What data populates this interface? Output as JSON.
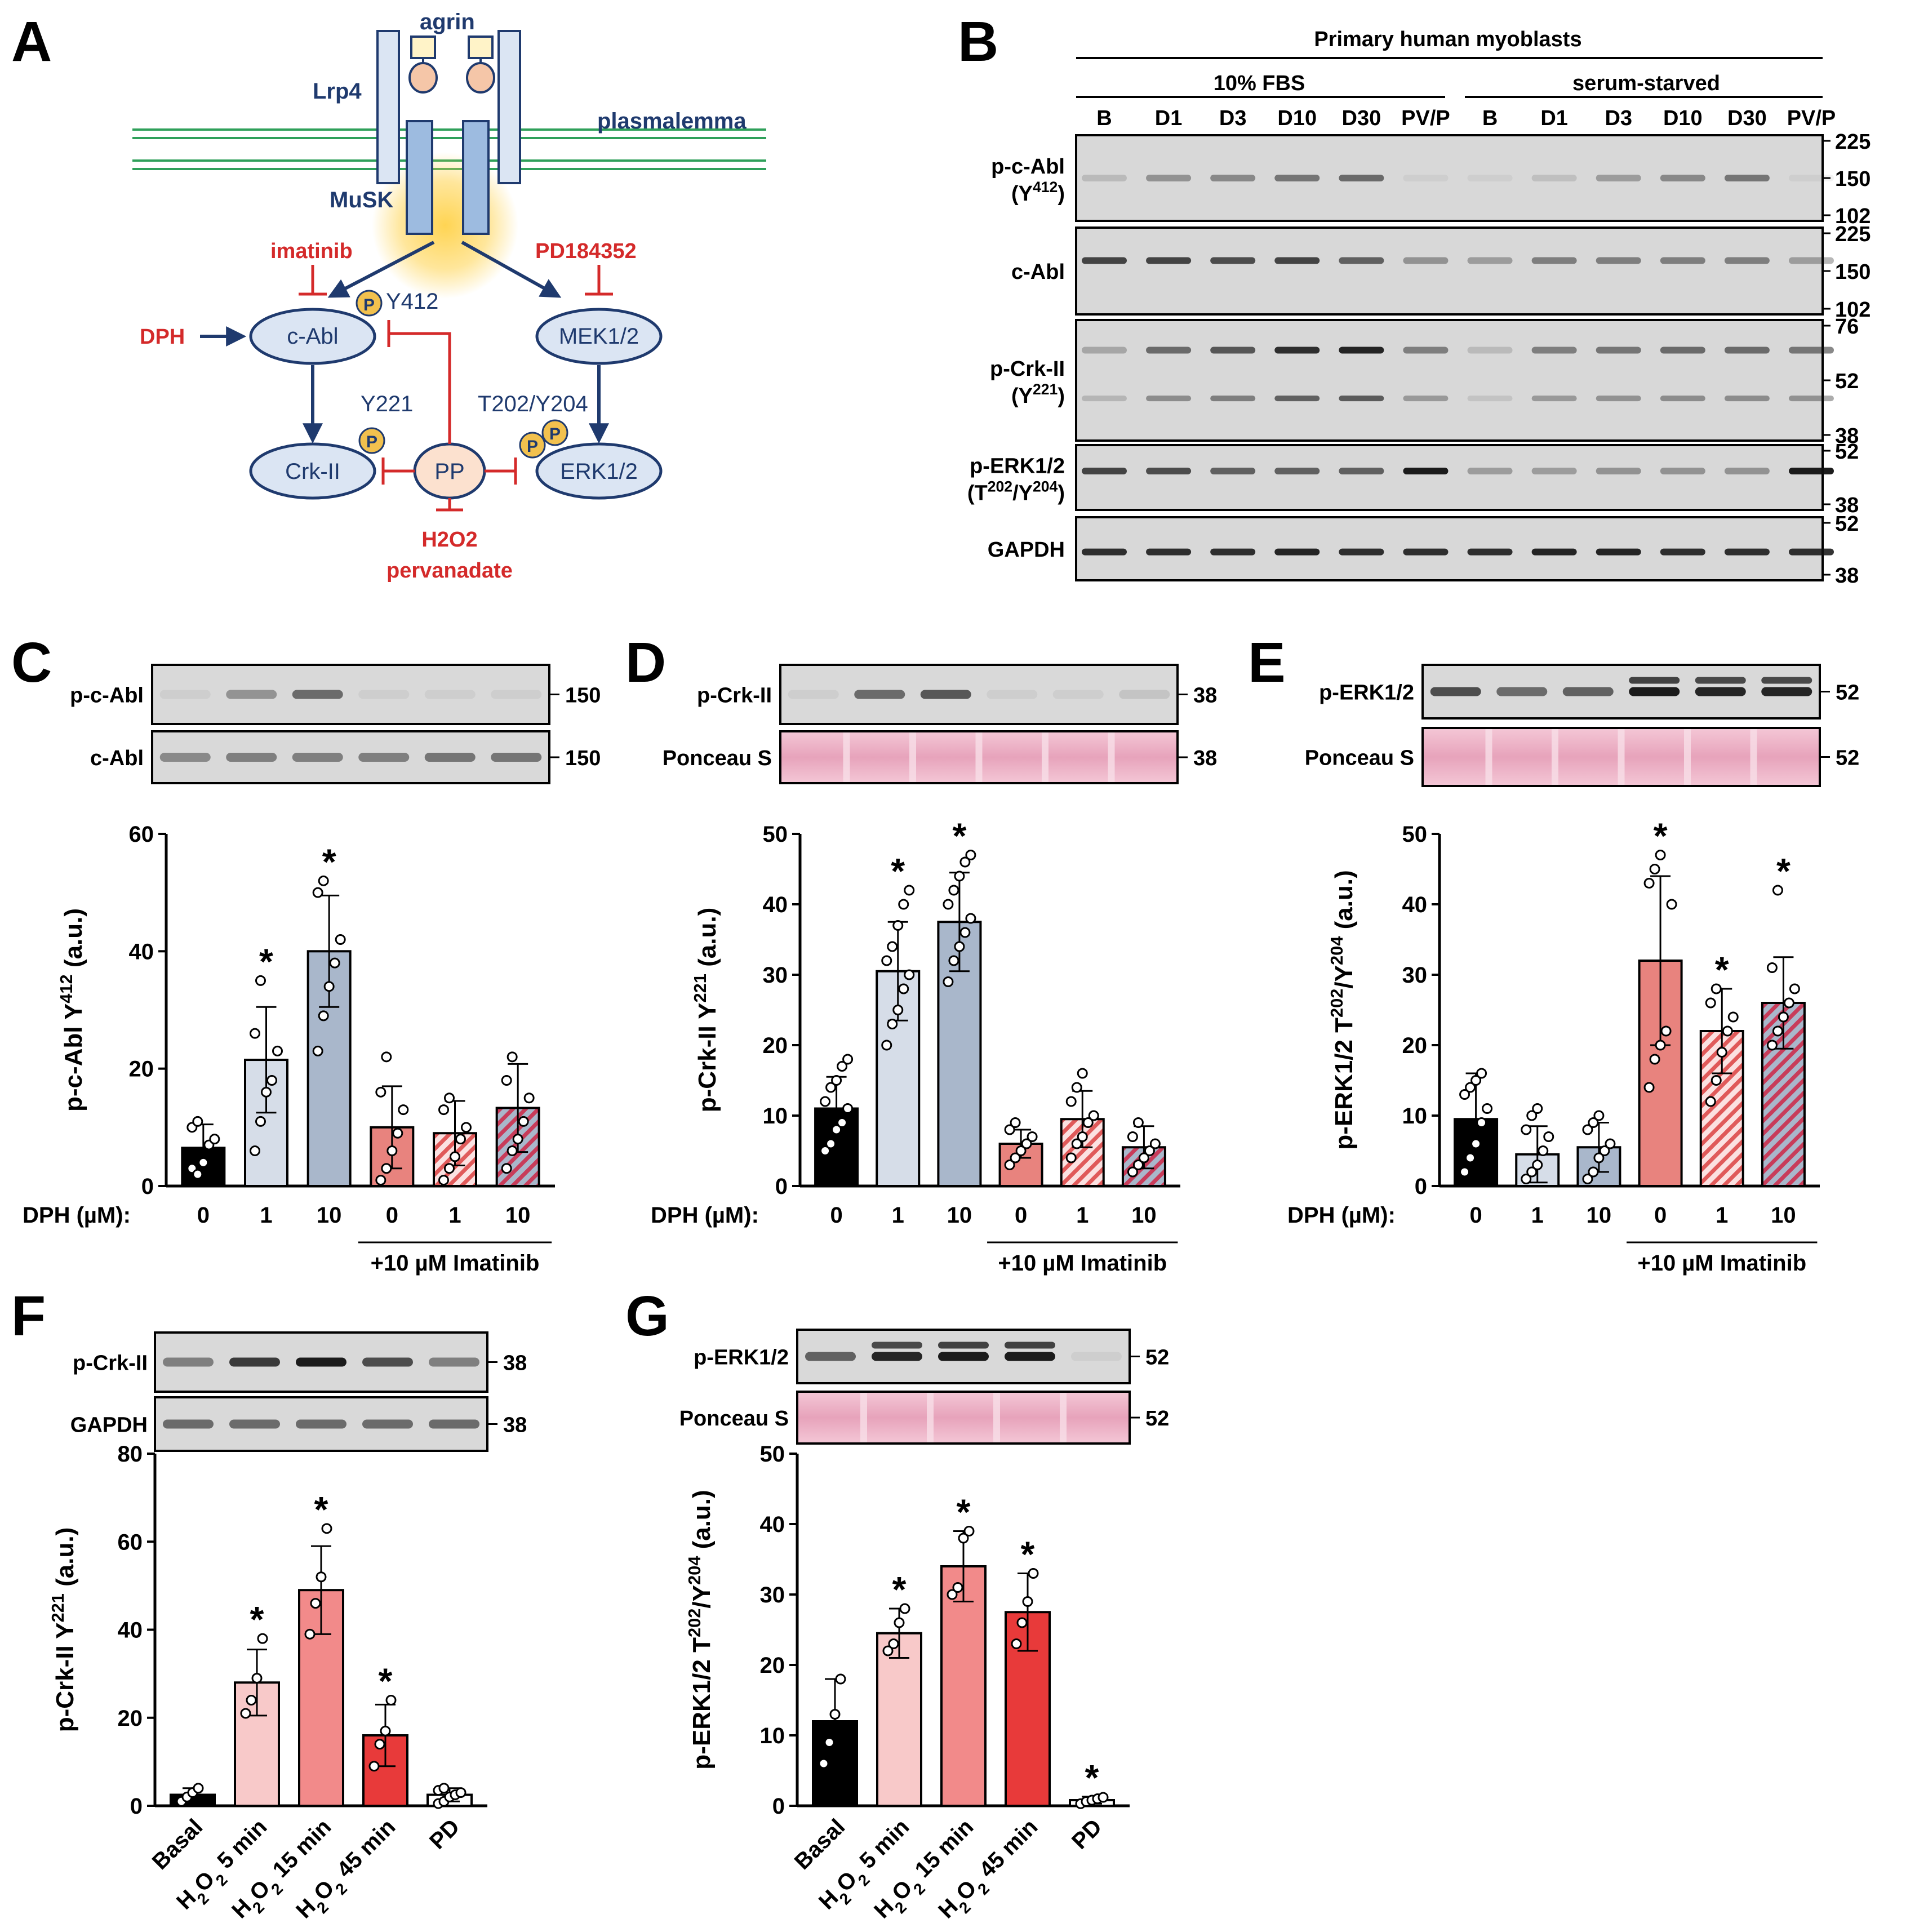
{
  "panel_letters": [
    "A",
    "B",
    "C",
    "D",
    "E",
    "F",
    "G"
  ],
  "diagram": {
    "agrin": "agrin",
    "lrp4": "Lrp4",
    "plasmalemma": "plasmalemma",
    "musk": "MuSK",
    "imatinib": "imatinib",
    "pd184352": "PD184352",
    "dph": "DPH",
    "cabl": "c-Abl",
    "mek": "MEK1/2",
    "crk": "Crk-II",
    "pp": "PP",
    "erk": "ERK1/2",
    "y412": "Y412",
    "y221": "Y221",
    "t202y204": "T202/Y204",
    "p": "P",
    "h2o2": "H2O2",
    "pervanadate": "pervanadate",
    "colors": {
      "navy": "#1f3a6e",
      "red": "#d42a2a",
      "node_fill": "#dbe5f3",
      "receptor_fill": "#9dbbe0",
      "phospho": "#f2c14e"
    }
  },
  "blot_b": {
    "title": "Primary human myoblasts",
    "group1": "10% FBS",
    "group2": "serum-starved",
    "lanes": [
      "B",
      "D1",
      "D3",
      "D10",
      "D30",
      "PV/P",
      "B",
      "D1",
      "D3",
      "D10",
      "D30",
      "PV/P"
    ],
    "rows": [
      {
        "label1": "p-c-Abl",
        "label2": "(Y412)",
        "mw": [
          "225",
          "150",
          "102"
        ]
      },
      {
        "label1": "c-Abl",
        "label2": "",
        "mw": [
          "225",
          "150",
          "102"
        ]
      },
      {
        "label1": "p-Crk-II",
        "label2": "(Y221)",
        "mw": [
          "76",
          "52",
          "38"
        ]
      },
      {
        "label1": "p-ERK1/2",
        "label2": "(T202/Y204)",
        "mw": [
          "52",
          "38"
        ]
      },
      {
        "label1": "GAPDH",
        "label2": "",
        "mw": [
          "52",
          "38"
        ]
      }
    ]
  },
  "panel_c": {
    "blot_labels": [
      "p-c-Abl",
      "c-Abl"
    ],
    "mw": [
      "150",
      "150"
    ],
    "x_title": "DPH (µM):",
    "group_label": "+10 µM Imatinib"
  },
  "panel_d": {
    "blot_labels": [
      "p-Crk-II",
      "Ponceau S"
    ],
    "mw": [
      "38",
      "38"
    ],
    "x_title": "DPH (µM):",
    "group_label": "+10 µM Imatinib"
  },
  "panel_e": {
    "blot_labels": [
      "p-ERK1/2",
      "Ponceau S"
    ],
    "mw": [
      "52",
      "52"
    ],
    "x_title": "DPH (µM):",
    "group_label": "+10 µM Imatinib"
  },
  "panel_f": {
    "blot_labels": [
      "p-Crk-II",
      "GAPDH"
    ],
    "mw": [
      "38",
      "38"
    ]
  },
  "panel_g": {
    "blot_labels": [
      "p-ERK1/2",
      "Ponceau S"
    ],
    "mw": [
      "52",
      "52"
    ]
  },
  "chart_data": [
    {
      "panel": "C",
      "type": "bar",
      "ylabel": "p-c-Abl Y412 (a.u.)",
      "ylim": [
        0,
        60
      ],
      "yticks": [
        0,
        20,
        40,
        60
      ],
      "categories": [
        "0",
        "1",
        "10",
        "0",
        "1",
        "10"
      ],
      "values": [
        6.5,
        21.5,
        40,
        10,
        9,
        13.3
      ],
      "errors": [
        4,
        9,
        9.5,
        7,
        5.5,
        7.5
      ],
      "significant": [
        false,
        true,
        true,
        false,
        false,
        false
      ],
      "fills": [
        "#000000",
        "#d6dde8",
        "#a9b7cb",
        "#e8837e",
        "hatch-light",
        "hatch-dark"
      ],
      "points": [
        [
          3,
          2,
          4,
          7,
          8,
          10,
          11
        ],
        [
          6,
          11,
          16,
          18,
          23,
          26,
          35
        ],
        [
          23,
          29,
          34,
          38,
          42,
          50,
          52
        ],
        [
          1,
          3,
          6,
          9,
          13,
          16,
          22
        ],
        [
          1,
          3,
          5,
          8,
          10,
          13,
          15
        ],
        [
          3,
          6,
          8,
          11,
          15,
          18,
          22
        ]
      ]
    },
    {
      "panel": "D",
      "type": "bar",
      "ylabel": "p-Crk-II Y221 (a.u.)",
      "ylim": [
        0,
        50
      ],
      "yticks": [
        0,
        10,
        20,
        30,
        40,
        50
      ],
      "categories": [
        "0",
        "1",
        "10",
        "0",
        "1",
        "10"
      ],
      "values": [
        11,
        30.5,
        37.5,
        6,
        9.5,
        5.5
      ],
      "errors": [
        4.5,
        7,
        7,
        2,
        4,
        3
      ],
      "significant": [
        false,
        true,
        true,
        false,
        false,
        false
      ],
      "fills": [
        "#000000",
        "#d6dde8",
        "#a9b7cb",
        "#e8837e",
        "hatch-light",
        "hatch-dark"
      ],
      "points": [
        [
          5,
          6,
          8,
          9,
          11,
          12,
          14,
          15,
          17,
          18
        ],
        [
          20,
          23,
          25,
          28,
          30,
          32,
          34,
          37,
          40,
          42
        ],
        [
          29,
          32,
          34,
          36,
          38,
          40,
          42,
          44,
          46,
          47
        ],
        [
          3,
          4,
          5,
          6,
          7,
          8,
          9
        ],
        [
          4,
          6,
          7,
          9,
          10,
          12,
          14,
          16
        ],
        [
          2,
          3,
          4,
          5,
          6,
          7,
          9
        ]
      ]
    },
    {
      "panel": "E",
      "type": "bar",
      "ylabel": "p-ERK1/2 T202/Y204 (a.u.)",
      "ylim": [
        0,
        50
      ],
      "yticks": [
        0,
        10,
        20,
        30,
        40,
        50
      ],
      "categories": [
        "0",
        "1",
        "10",
        "0",
        "1",
        "10"
      ],
      "values": [
        9.5,
        4.5,
        5.5,
        32,
        22,
        26
      ],
      "errors": [
        6.5,
        4,
        3.5,
        12,
        6,
        6.5
      ],
      "significant": [
        false,
        false,
        false,
        true,
        true,
        true
      ],
      "fills": [
        "#000000",
        "#d6dde8",
        "#a9b7cb",
        "#e8837e",
        "hatch-light",
        "hatch-dark"
      ],
      "points": [
        [
          2,
          4,
          6,
          9,
          11,
          13,
          14,
          15,
          16
        ],
        [
          1,
          2,
          3,
          5,
          7,
          8,
          10,
          11
        ],
        [
          1,
          2,
          4,
          5,
          6,
          8,
          9,
          10
        ],
        [
          14,
          18,
          20,
          22,
          40,
          43,
          45,
          47
        ],
        [
          12,
          15,
          19,
          22,
          24,
          26,
          28
        ],
        [
          20,
          22,
          24,
          26,
          28,
          31,
          42
        ]
      ]
    },
    {
      "panel": "F",
      "type": "bar",
      "ylabel": "p-Crk-II Y221 (a.u.)",
      "ylim": [
        0,
        80
      ],
      "yticks": [
        0,
        20,
        40,
        60,
        80
      ],
      "categories": [
        "Basal",
        "H2O2 5 min",
        "H2O2 15 min",
        "H2O2 45 min",
        "PD"
      ],
      "values": [
        2.5,
        28,
        49,
        16,
        2.5
      ],
      "errors": [
        1.5,
        7.5,
        10,
        7,
        1.5
      ],
      "significant": [
        false,
        true,
        true,
        true,
        false
      ],
      "fills": [
        "#000000",
        "#f8c9c9",
        "#f28a8a",
        "#e83a3a",
        "#ffffff"
      ],
      "points": [
        [
          1,
          2,
          3,
          4
        ],
        [
          21,
          24,
          29,
          38
        ],
        [
          39,
          46,
          52,
          63
        ],
        [
          9,
          14,
          17,
          24
        ],
        [
          0.5,
          1,
          2,
          2.5,
          3,
          3.5,
          4
        ]
      ]
    },
    {
      "panel": "G",
      "type": "bar",
      "ylabel": "p-ERK1/2 T202/Y204 (a.u.)",
      "ylim": [
        0,
        50
      ],
      "yticks": [
        0,
        10,
        20,
        30,
        40,
        50
      ],
      "categories": [
        "Basal",
        "H2O2 5 min",
        "H2O2 15 min",
        "H2O2 45 min",
        "PD"
      ],
      "values": [
        12,
        24.5,
        34,
        27.5,
        0.8
      ],
      "errors": [
        6,
        3.5,
        5,
        5.5,
        0.5
      ],
      "significant": [
        false,
        true,
        true,
        true,
        true
      ],
      "fills": [
        "#000000",
        "#f8c9c9",
        "#f28a8a",
        "#e83a3a",
        "#ffffff"
      ],
      "points": [
        [
          6,
          9,
          13,
          18
        ],
        [
          22,
          23,
          26,
          28
        ],
        [
          30,
          31,
          38,
          39
        ],
        [
          23,
          26,
          29,
          33
        ],
        [
          0.3,
          0.6,
          0.8,
          1,
          1.2
        ]
      ]
    }
  ]
}
